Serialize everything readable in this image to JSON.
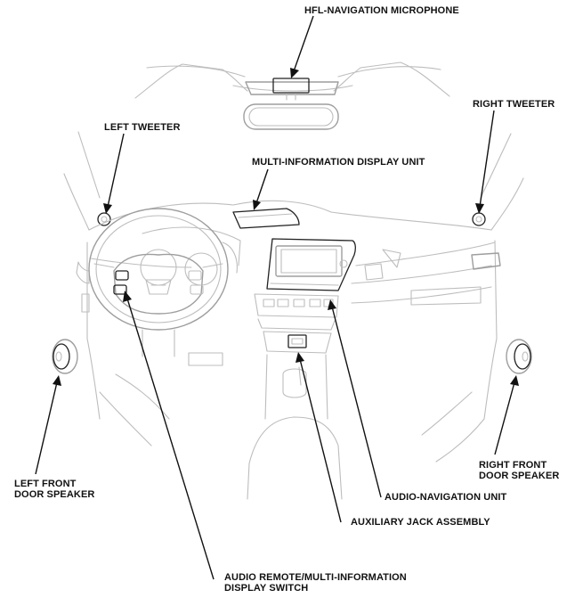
{
  "labels": {
    "hfl_microphone": "HFL-NAVIGATION MICROPHONE",
    "left_tweeter": "LEFT TWEETER",
    "right_tweeter": "RIGHT TWEETER",
    "mid_display": "MULTI-INFORMATION DISPLAY UNIT",
    "left_front_speaker": [
      "LEFT FRONT",
      "DOOR SPEAKER"
    ],
    "right_front_speaker": [
      "RIGHT FRONT",
      "DOOR SPEAKER"
    ],
    "audio_nav_unit": "AUDIO-NAVIGATION UNIT",
    "aux_jack": "AUXILIARY JACK ASSEMBLY",
    "audio_remote_switch": [
      "AUDIO REMOTE/MULTI-INFORMATION",
      "DISPLAY SWITCH"
    ]
  },
  "colors": {
    "text": "#111111",
    "leader": "#111111",
    "outline": "#bdbdbd",
    "highlight": "#222222"
  }
}
